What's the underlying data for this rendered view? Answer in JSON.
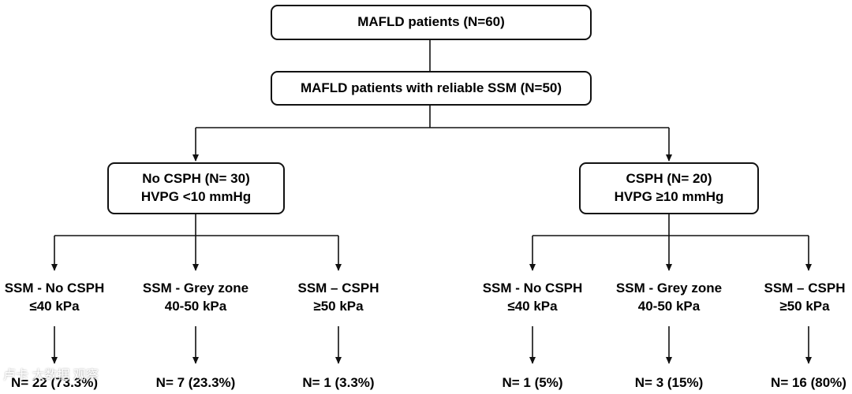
{
  "top_box": {
    "label": "MAFLD patients (N=60)"
  },
  "second_box": {
    "label": "MAFLD patients with reliable SSM (N=50)"
  },
  "no_cspph": {
    "line1": "No CSPH (N= 30)",
    "line2": "HVPG <10 mmHg",
    "groups": [
      {
        "line1": "SSM - No CSPH",
        "line2": "≤40 kPa",
        "count": "N= 22 (73.3%)"
      },
      {
        "line1": "SSM - Grey zone",
        "line2": "40-50 kPa",
        "count": "N= 7 (23.3%)"
      },
      {
        "line1": "SSM – CSPH",
        "line2": "≥50 kPa",
        "count": "N= 1 (3.3%)"
      }
    ]
  },
  "cspph": {
    "line1": "CSPH (N= 20)",
    "line2": "HVPG ≥10 mmHg",
    "groups": [
      {
        "line1": "SSM - No CSPH",
        "line2": "≤40 kPa",
        "count": "N= 1 (5%)"
      },
      {
        "line1": "SSM - Grey zone",
        "line2": "40-50 kPa",
        "count": "N= 3 (15%)"
      },
      {
        "line1": "SSM – CSPH",
        "line2": "≥50 kPa",
        "count": "N= 16 (80%)"
      }
    ]
  },
  "watermark": "卢卡 大数据 观察"
}
